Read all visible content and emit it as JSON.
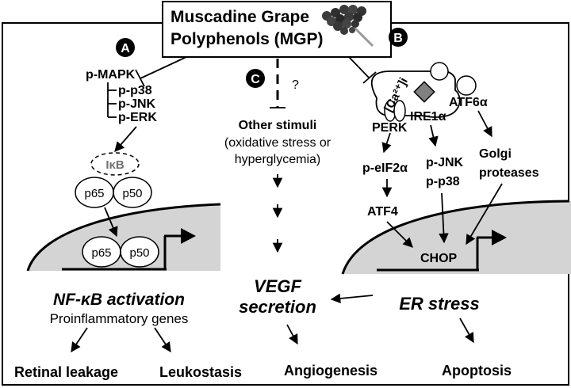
{
  "header": {
    "line1": "Muscadine Grape",
    "line2": "Polyphenols (MGP)"
  },
  "markers": {
    "a": "A",
    "b": "B",
    "c": "C"
  },
  "path_a": {
    "mapk": "p-MAPK",
    "p38": "p-p38",
    "jnk": "p-JNK",
    "erk": "p-ERK",
    "ikb": "IκB",
    "p65": "p65",
    "p50": "p50",
    "nucleus_p65": "p65",
    "nucleus_p50": "p50",
    "title": "NF-κB activation",
    "subtitle": "Proinflammatory genes",
    "out1": "Retinal leakage",
    "out2": "Leukostasis"
  },
  "path_c": {
    "question": "?",
    "title": "Other stimuli",
    "line1": "(oxidative stress or",
    "line2": "hyperglycemia)",
    "vegf1": "VEGF",
    "vegf2": "secretion",
    "out": "Angiogenesis"
  },
  "path_b": {
    "calcium": "[Ca²⁺]i",
    "atf6": "ATF6α",
    "perk": "PERK",
    "ire1": "IRE1α",
    "peif2": "p-eIF2α",
    "pjnk": "p-JNK",
    "pp38": "p-p38",
    "golgi1": "Golgi",
    "golgi2": "proteases",
    "atf4": "ATF4",
    "chop": "CHOP",
    "title": "ER stress",
    "out": "Apoptosis"
  },
  "colors": {
    "nucleus_fill": "#d4d4d4",
    "ikb_text": "#707070",
    "membrane_square": "#808080"
  },
  "icons": [
    "grape-cluster-icon",
    "promoter-arrow-icon"
  ]
}
